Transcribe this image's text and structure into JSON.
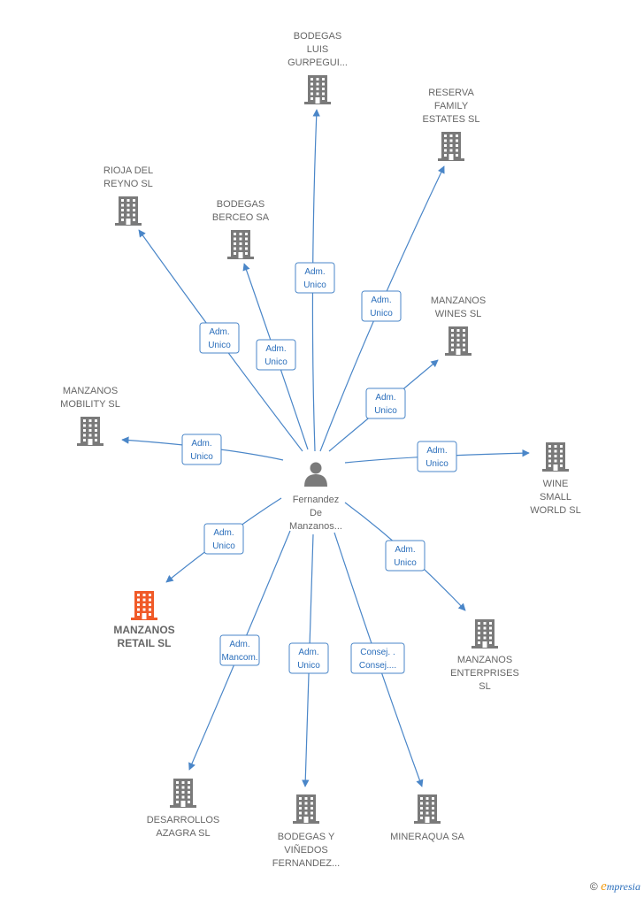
{
  "colors": {
    "edge": "#4a86c8",
    "building": "#7a7a7a",
    "highlight": "#f05a28",
    "person": "#7a7a7a"
  },
  "center": {
    "label_lines": [
      "Fernandez",
      "De",
      "Manzanos..."
    ],
    "icon": "person-icon"
  },
  "nodes": [
    {
      "id": "bodegas-luis-gurpegui",
      "label_lines": [
        "BODEGAS",
        "LUIS",
        "GURPEGUI..."
      ],
      "icon": "building-icon"
    },
    {
      "id": "reserva-family-estates",
      "label_lines": [
        "RESERVA",
        "FAMILY",
        "ESTATES  SL"
      ],
      "icon": "building-icon"
    },
    {
      "id": "rioja-del-reyno",
      "label_lines": [
        "RIOJA DEL",
        "REYNO  SL"
      ],
      "icon": "building-icon"
    },
    {
      "id": "bodegas-berceo",
      "label_lines": [
        "BODEGAS",
        "BERCEO SA"
      ],
      "icon": "building-icon"
    },
    {
      "id": "manzanos-wines",
      "label_lines": [
        "MANZANOS",
        "WINES  SL"
      ],
      "icon": "building-icon"
    },
    {
      "id": "manzanos-mobility",
      "label_lines": [
        "MANZANOS",
        "MOBILITY  SL"
      ],
      "icon": "building-icon"
    },
    {
      "id": "wine-small-world",
      "label_lines": [
        "WINE",
        "SMALL",
        "WORLD SL"
      ],
      "icon": "building-icon"
    },
    {
      "id": "manzanos-retail",
      "label_lines": [
        "MANZANOS",
        "RETAIL  SL"
      ],
      "icon": "building-icon",
      "highlight": true
    },
    {
      "id": "manzanos-enterprises",
      "label_lines": [
        "MANZANOS",
        "ENTERPRISES",
        "SL"
      ],
      "icon": "building-icon"
    },
    {
      "id": "desarrollos-azagra",
      "label_lines": [
        "DESARROLLOS",
        "AZAGRA  SL"
      ],
      "icon": "building-icon"
    },
    {
      "id": "bodegas-y-vinedos",
      "label_lines": [
        "BODEGAS Y",
        "VIÑEDOS",
        "FERNANDEZ..."
      ],
      "icon": "building-icon"
    },
    {
      "id": "mineraqua",
      "label_lines": [
        "MINERAQUA SA"
      ],
      "icon": "building-icon"
    }
  ],
  "relations": [
    {
      "target": "bodegas-luis-gurpegui",
      "label_lines": [
        "Adm.",
        "Unico"
      ]
    },
    {
      "target": "reserva-family-estates",
      "label_lines": [
        "Adm.",
        "Unico"
      ]
    },
    {
      "target": "rioja-del-reyno",
      "label_lines": [
        "Adm.",
        "Unico"
      ]
    },
    {
      "target": "bodegas-berceo",
      "label_lines": [
        "Adm.",
        "Unico"
      ]
    },
    {
      "target": "manzanos-wines",
      "label_lines": [
        "Adm.",
        "Unico"
      ]
    },
    {
      "target": "manzanos-mobility",
      "label_lines": [
        "Adm.",
        "Unico"
      ]
    },
    {
      "target": "wine-small-world",
      "label_lines": [
        "Adm.",
        "Unico"
      ]
    },
    {
      "target": "manzanos-retail",
      "label_lines": [
        "Adm.",
        "Unico"
      ]
    },
    {
      "target": "manzanos-enterprises",
      "label_lines": [
        "Adm.",
        "Unico"
      ]
    },
    {
      "target": "desarrollos-azagra",
      "label_lines": [
        "Adm.",
        "Mancom."
      ]
    },
    {
      "target": "bodegas-y-vinedos",
      "label_lines": [
        "Adm.",
        "Unico"
      ]
    },
    {
      "target": "mineraqua",
      "label_lines": [
        "Consej. .",
        "Consej...."
      ]
    }
  ],
  "brand": {
    "copyright": "©",
    "initial": "e",
    "rest": "mpresia"
  }
}
